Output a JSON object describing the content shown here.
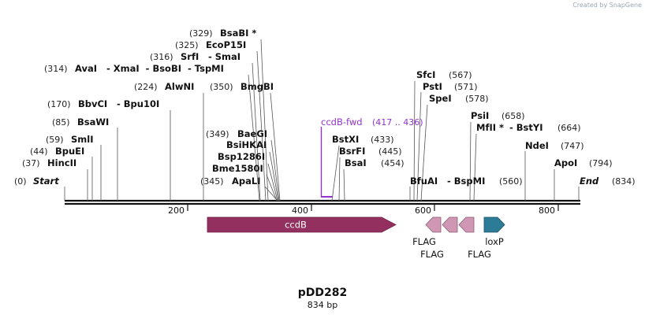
{
  "credit": "Created by  SnapGene",
  "plasmid": {
    "name": "pDD282",
    "size_label": "834 bp"
  },
  "sequence_length": 834,
  "axis_ticks": [
    "200",
    "400",
    "600",
    "800"
  ],
  "colors": {
    "ccdb": "#94305f",
    "flag": "#cf97b3",
    "loxp": "#2d7c97",
    "primer": "#9333cc",
    "line": "#111111"
  },
  "primer": {
    "name": "ccdB-fwd",
    "range": "(417 .. 436)"
  },
  "features": [
    {
      "name": "ccdB",
      "direction": "forward"
    },
    {
      "name": "FLAG",
      "direction": "reverse"
    },
    {
      "name": "FLAG",
      "direction": "reverse"
    },
    {
      "name": "FLAG",
      "direction": "reverse"
    },
    {
      "name": "loxP",
      "direction": "forward"
    }
  ],
  "sites": [
    {
      "pos": "(0)",
      "name": "Start",
      "italic": true
    },
    {
      "pos": "(37)",
      "name": "HincII"
    },
    {
      "pos": "(44)",
      "name": "BpuEI"
    },
    {
      "pos": "(59)",
      "name": "SmlI"
    },
    {
      "pos": "(85)",
      "name": "BsaWI"
    },
    {
      "pos": "(170)",
      "name": "BbvCI",
      "also": "- Bpu10I"
    },
    {
      "pos": "(224)",
      "name": "AlwNI"
    },
    {
      "pos": "(314)",
      "name": "AvaI",
      "also": "- XmaI  - BsoBI  - TspMI"
    },
    {
      "pos": "(316)",
      "name": "SrfI",
      "also": "- SmaI"
    },
    {
      "pos": "(325)",
      "name": "EcoP15I"
    },
    {
      "pos": "(329)",
      "name": "BsaBI *"
    },
    {
      "pos": "(345)",
      "name": "ApaLI"
    },
    {
      "pos": "",
      "name": "Bme1580I"
    },
    {
      "pos": "",
      "name": "Bsp1286I"
    },
    {
      "pos": "",
      "name": "BsiHKAI"
    },
    {
      "pos": "(349)",
      "name": "BaeGI"
    },
    {
      "pos": "(350)",
      "name": "BmgBI"
    },
    {
      "pos": "(433)",
      "name": "BstXI"
    },
    {
      "pos": "(445)",
      "name": "BsrFI"
    },
    {
      "pos": "(454)",
      "name": "BsaI"
    },
    {
      "pos": "(560)",
      "name": "BfuAI",
      "also": "- BspMI",
      "pos_right": true
    },
    {
      "pos": "(567)",
      "name": "SfcI",
      "pos_right": true
    },
    {
      "pos": "(571)",
      "name": "PstI",
      "pos_right": true
    },
    {
      "pos": "(578)",
      "name": "SpeI",
      "pos_right": true
    },
    {
      "pos": "(658)",
      "name": "PsiI",
      "pos_right": true
    },
    {
      "pos": "(664)",
      "name": "MfII *",
      "also": "- BstYI",
      "pos_right": true
    },
    {
      "pos": "(747)",
      "name": "NdeI",
      "pos_right": true
    },
    {
      "pos": "(794)",
      "name": "ApoI",
      "pos_right": true
    },
    {
      "pos": "(834)",
      "name": "End",
      "italic": true,
      "pos_right": true
    }
  ]
}
